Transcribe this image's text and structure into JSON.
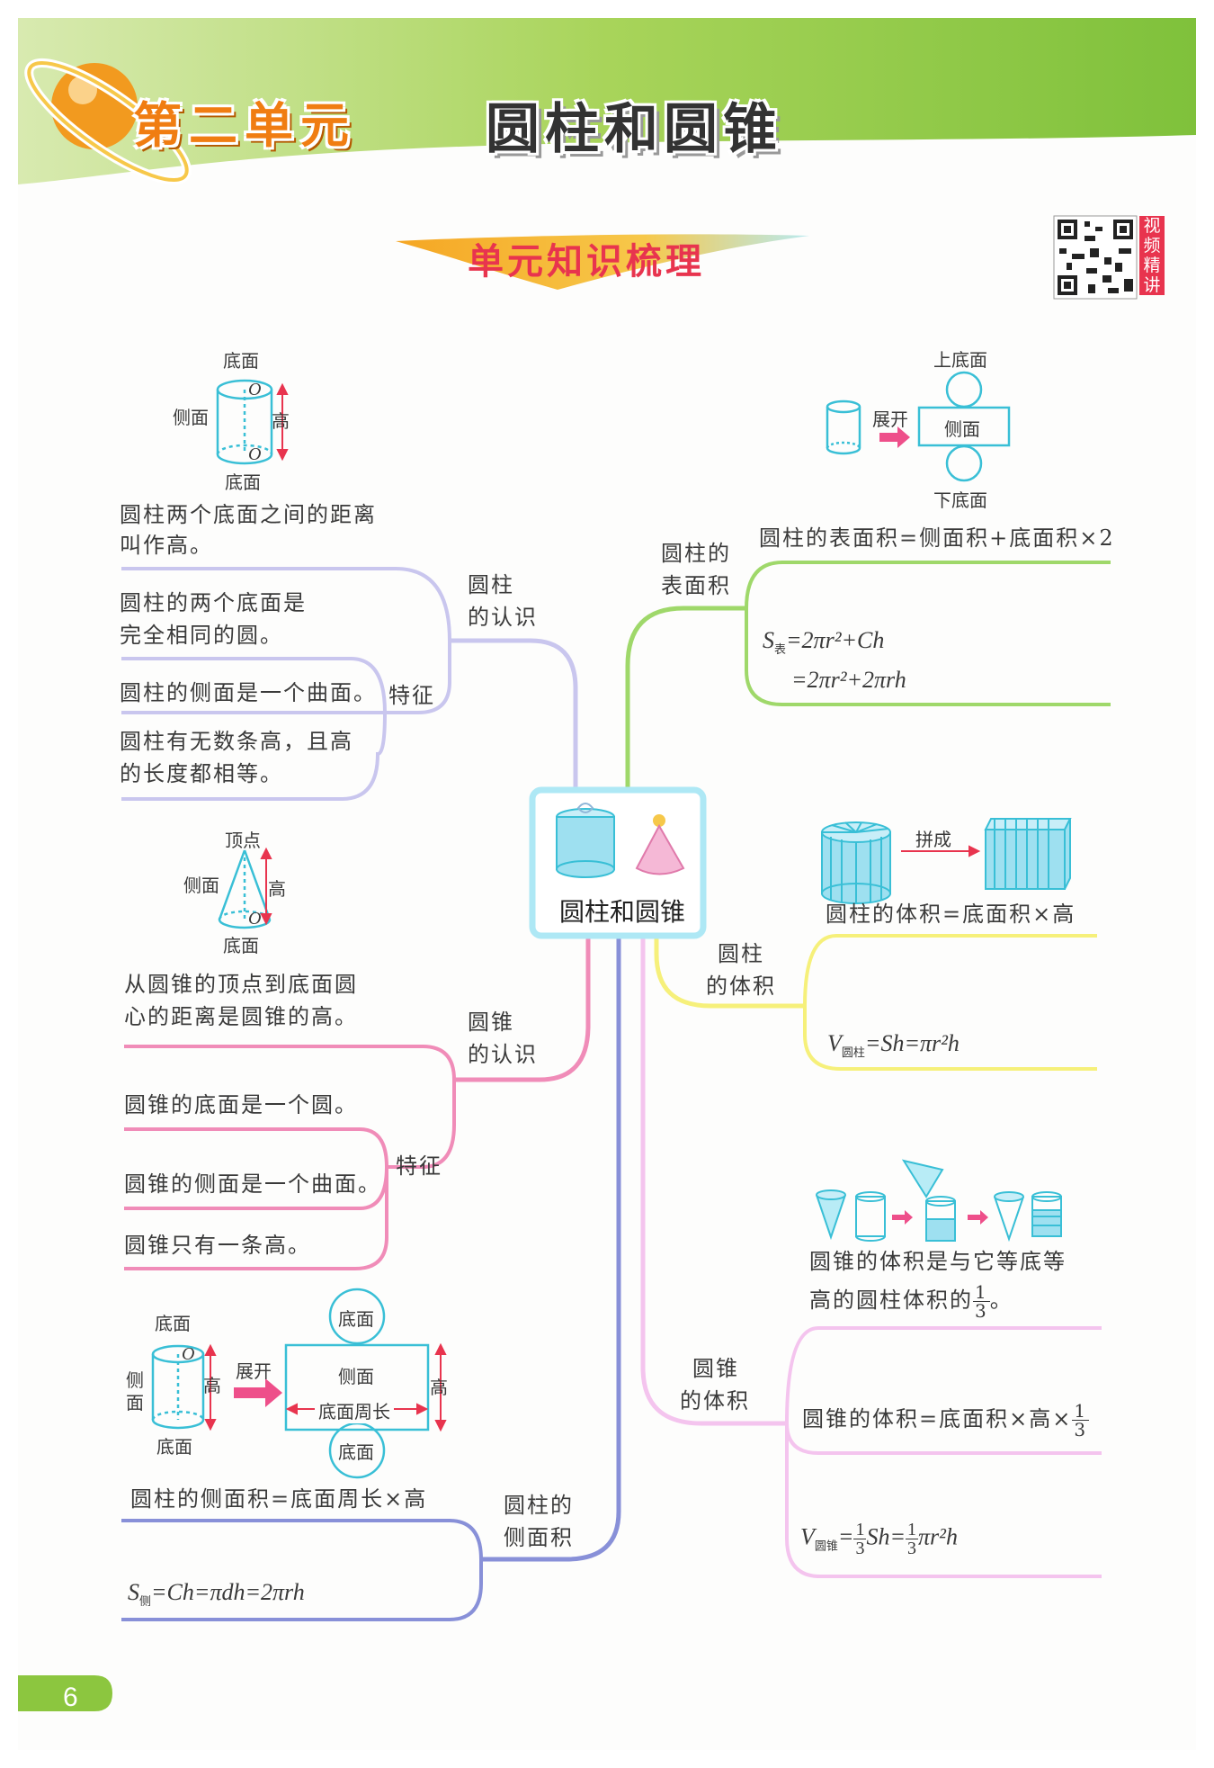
{
  "header": {
    "unit_title": "第二单元",
    "chapter_title": "圆柱和圆锥"
  },
  "section_title": "单元知识梳理",
  "qr_label": "视频精讲",
  "center_label": "圆柱和圆锥",
  "page_number": "6",
  "left": {
    "cylinder_recognition": {
      "branch": [
        "圆柱",
        "的认识"
      ],
      "diagram_labels": {
        "top": "底面",
        "side": "侧面",
        "height": "高",
        "bottom": "底面",
        "center_top": "O",
        "center_bottom": "O"
      },
      "height_def": [
        "圆柱两个底面之间的距离",
        "叫作高。"
      ],
      "feature_label": "特征",
      "features": [
        [
          "圆柱的两个底面是",
          "完全相同的圆。"
        ],
        [
          "圆柱的侧面是一个曲面。"
        ],
        [
          "圆柱有无数条高，且高",
          "的长度都相等。"
        ]
      ]
    },
    "cone_recognition": {
      "branch": [
        "圆锥",
        "的认识"
      ],
      "diagram_labels": {
        "apex": "顶点",
        "side": "侧面",
        "height": "高",
        "bottom": "底面",
        "center": "O"
      },
      "height_def": [
        "从圆锥的顶点到底面圆",
        "心的距离是圆锥的高。"
      ],
      "feature_label": "特征",
      "features": [
        "圆锥的底面是一个圆。",
        "圆锥的侧面是一个曲面。",
        "圆锥只有一条高。"
      ]
    },
    "cylinder_lateral": {
      "branch": [
        "圆柱的",
        "侧面积"
      ],
      "diagram_labels": {
        "top": "底面",
        "side": "侧",
        "side2": "面",
        "height": "高",
        "bottom": "底面",
        "unfold": "展开",
        "rect_label": "侧面",
        "rect_height": "高",
        "rect_bottom": "底面周长",
        "circle_top": "底面",
        "circle_bottom": "底面",
        "center": "O"
      },
      "formula_text": "圆柱的侧面积=底面周长×高",
      "formula_math": {
        "s": "S",
        "sub": "侧",
        "rest": "=Ch=πdh=2πrh"
      }
    }
  },
  "right": {
    "cylinder_surface": {
      "branch": [
        "圆柱的",
        "表面积"
      ],
      "diagram_labels": {
        "top": "上底面",
        "unfold": "展开",
        "side": "侧面",
        "bottom": "下底面"
      },
      "formula_text": "圆柱的表面积=侧面积+底面积×2",
      "formula_line1": {
        "s": "S",
        "sub": "表",
        "rest": "=2πr²+Ch"
      },
      "formula_line2": "=2πr²+2πrh"
    },
    "cylinder_volume": {
      "branch": [
        "圆柱",
        "的体积"
      ],
      "diagram_label": "拼成",
      "formula_text": "圆柱的体积=底面积×高",
      "formula_math": {
        "v": "V",
        "sub": "圆柱",
        "rest": "=Sh=πr²h"
      }
    },
    "cone_volume": {
      "branch": [
        "圆锥",
        "的体积"
      ],
      "desc_line1": "圆锥的体积是与它等底等",
      "desc_line2_prefix": "高的圆柱体积的",
      "desc_fraction": {
        "num": "1",
        "den": "3"
      },
      "desc_end": "。",
      "formula_text": "圆锥的体积=底面积×高×",
      "formula_fraction": {
        "num": "1",
        "den": "3"
      },
      "formula_math": {
        "v": "V",
        "sub": "圆锥",
        "eq": "=",
        "f1": {
          "num": "1",
          "den": "3"
        },
        "mid": "Sh=",
        "f2": {
          "num": "1",
          "den": "3"
        },
        "end": "πr²h"
      }
    }
  },
  "colors": {
    "header_green": "#8cc63f",
    "orange": "#f07d12",
    "pink_accent": "#e8344e",
    "lavender": "#c9c6ee",
    "pink_branch": "#f08cb8",
    "navy_branch": "#8890d8",
    "green_branch": "#9fd86a",
    "yellow_branch": "#f6f07a",
    "light_pink_branch": "#f4c4ee",
    "cyan_diagram": "#39bfd6"
  }
}
